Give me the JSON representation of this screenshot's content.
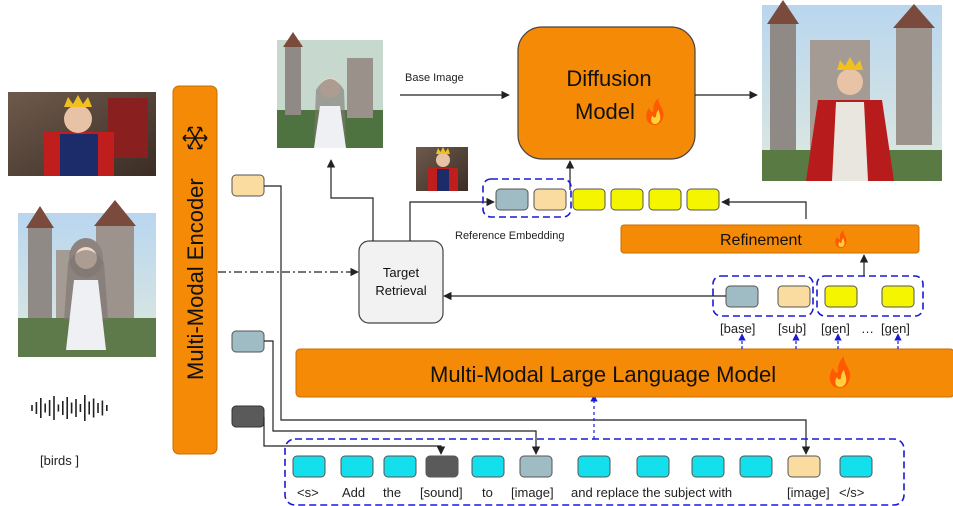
{
  "encoder": {
    "label": "Multi-Modal Encoder",
    "frozen_icon": "snowflake-icon"
  },
  "diffusion": {
    "label_line1": "Diffusion",
    "label_line2": "Model",
    "trainable_icon": "flame-icon"
  },
  "mllm": {
    "label": "Multi-Modal Large Language Model",
    "trainable_icon": "flame-icon"
  },
  "refinement": {
    "label": "Refinement",
    "trainable_icon": "flame-icon"
  },
  "retrieval": {
    "line1": "Target",
    "line2": "Retrieval"
  },
  "labels": {
    "base_image": "Base Image",
    "reference_embedding": "Reference Embedding",
    "audio": "[birds ]"
  },
  "output_tokens": [
    "[base]",
    "[sub]",
    "[gen]",
    "…",
    "[gen]"
  ],
  "prompt_tokens": [
    "<s>",
    "Add",
    "the",
    "[sound]",
    "to",
    "[image]",
    "and replace the subject with",
    "[image]",
    "</s>"
  ],
  "colors": {
    "orange": "#f58a07",
    "cyan": "#13e0ec",
    "yellow": "#f5f500",
    "peach": "#fbdca0",
    "bluegray": "#9fbcc4",
    "darkgray": "#5a5a5a",
    "dash_blue": "#1a1ad6"
  },
  "images": {
    "king": "photo-king",
    "anime": "photo-anime-girl-castle",
    "output": "photo-king-castle",
    "base": "photo-anime-girl-forest",
    "ref": "photo-king-small"
  }
}
